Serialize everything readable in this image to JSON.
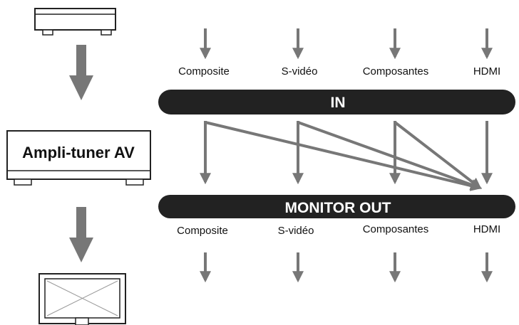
{
  "amplifier": {
    "label": "Ampli-tuner AV"
  },
  "in_bar": {
    "label": "IN"
  },
  "out_bar": {
    "label": "MONITOR OUT"
  },
  "inputs": [
    "Composite",
    "S-vidéo",
    "Composantes",
    "HDMI"
  ],
  "outputs": [
    "Composite",
    "S-vidéo",
    "Composantes",
    "HDMI"
  ],
  "colors": {
    "bar": "#222222",
    "arrow": "#777777",
    "outline": "#222222"
  },
  "icons": {
    "source_device": "source-device-icon",
    "display": "tv-monitor-icon"
  }
}
